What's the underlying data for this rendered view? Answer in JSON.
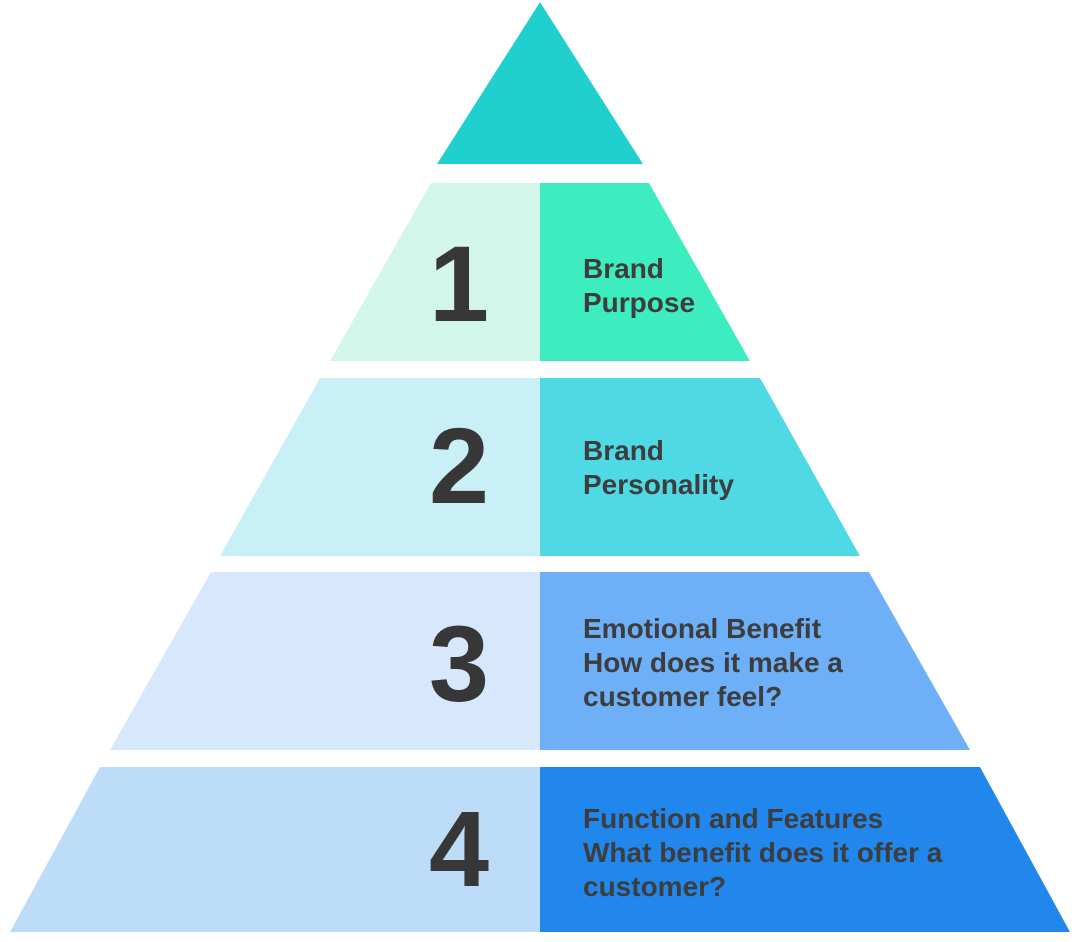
{
  "pyramid": {
    "apex_color": "#1fd0ce",
    "number_color": "#373737",
    "label_color": "#3d3d3d",
    "background_color": "#ffffff",
    "levels": [
      {
        "number": "1",
        "lines": [
          "Brand",
          "Purpose"
        ],
        "left_color": "#d2f6e9",
        "right_color": "#3eedbf"
      },
      {
        "number": "2",
        "lines": [
          "Brand",
          "Personality"
        ],
        "left_color": "#c9f0f6",
        "right_color": "#4fd9e4"
      },
      {
        "number": "3",
        "lines": [
          "Emotional Benefit",
          "How does it make a",
          "customer feel?"
        ],
        "left_color": "#d7e7fc",
        "right_color": "#6db0f7"
      },
      {
        "number": "4",
        "lines": [
          "Function and Features",
          "What benefit does it offer a",
          "customer?"
        ],
        "left_color": "#bcdcf8",
        "right_color": "#2187ec"
      }
    ]
  }
}
